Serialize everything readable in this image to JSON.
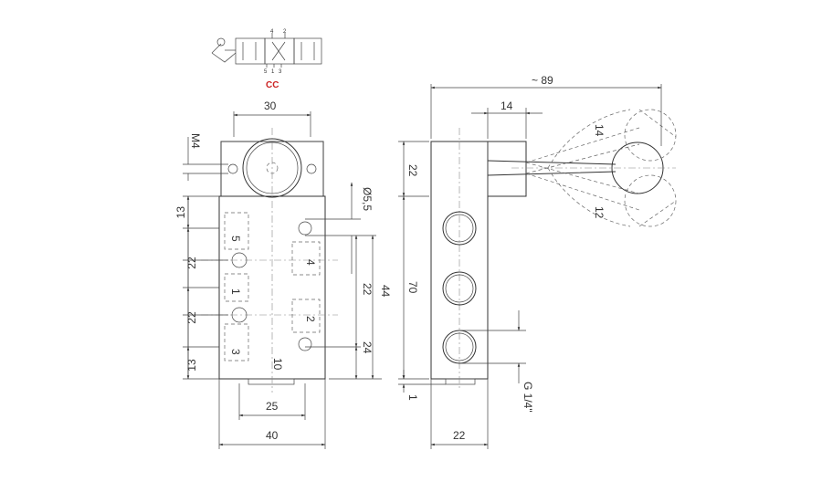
{
  "symbol": {
    "ports_top": [
      "4",
      "2"
    ],
    "ports_bottom": [
      "5",
      "1",
      "3"
    ],
    "brand": "CC"
  },
  "front_view": {
    "dims": {
      "top_width": "30",
      "thread": "M4",
      "hole_diam": "Ø5,5",
      "h13_top": "13",
      "h22_a": "22",
      "h22_b": "22",
      "h13_bottom": "13",
      "h22_right": "22",
      "h44": "44",
      "h24": "24",
      "h10": "10",
      "w25": "25",
      "w40": "40"
    },
    "ports": [
      "5",
      "4",
      "1",
      "2",
      "3"
    ]
  },
  "side_view": {
    "dims": {
      "total_length": "~ 89",
      "head_length": "14",
      "h22": "22",
      "h70": "70",
      "h1": "1",
      "w22": "22",
      "port_thread": "G 1/4\"",
      "angle_up": "14",
      "angle_down": "12"
    }
  }
}
